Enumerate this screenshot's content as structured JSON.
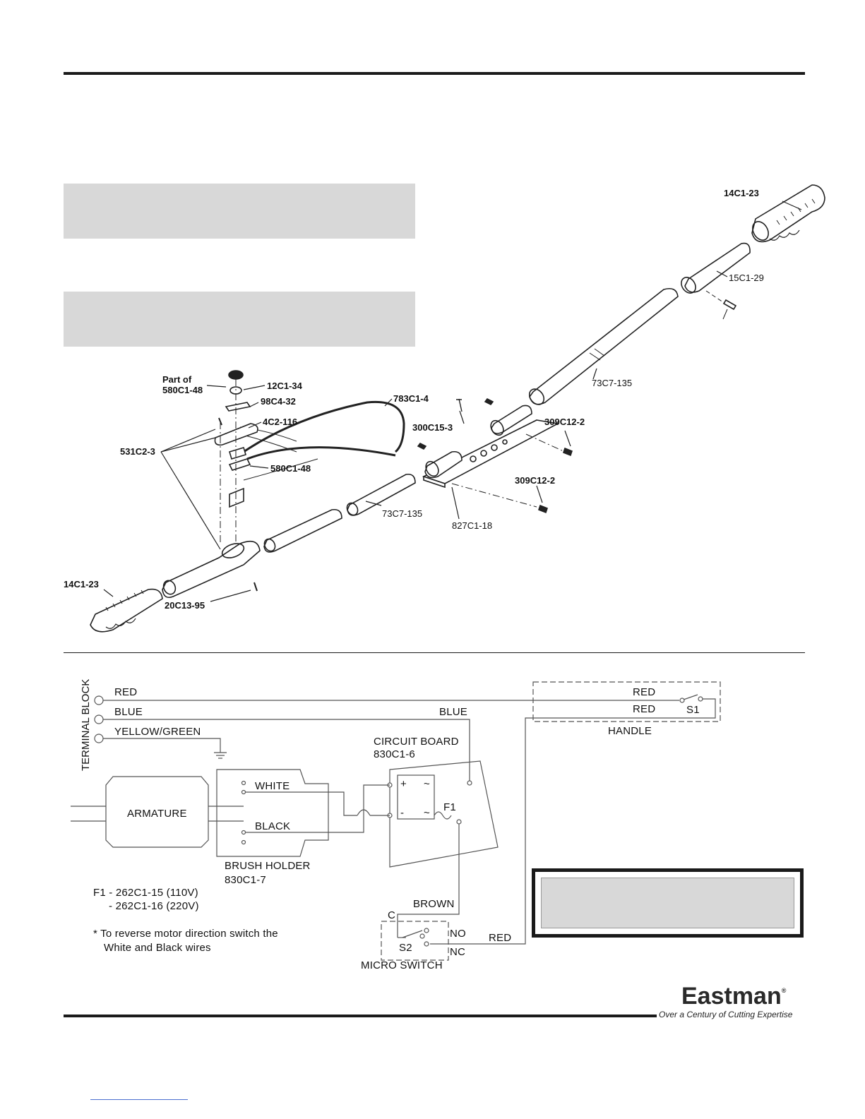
{
  "parts_labels": {
    "grip_top": "14C1-23",
    "tube_15": "15C1-29",
    "tube_upper": "73C7-135",
    "part_of": "Part of",
    "part_of_num": "580C1-48",
    "washer": "12C1-34",
    "clip": "98C4-32",
    "cable": "783C1-4",
    "nut": "4C2-116",
    "screw_531": "531C2-3",
    "switch_580": "580C1-48",
    "screw_300": "300C15-3",
    "screw_309_a": "309C12-2",
    "screw_309_b": "309C12-2",
    "tube_lower": "73C7-135",
    "bracket": "827C1-18",
    "grip_bottom": "14C1-23",
    "screw_20": "20C13-95"
  },
  "wiring": {
    "terminal_block": "TERMINAL BLOCK",
    "red": "RED",
    "blue": "BLUE",
    "yellow_green": "YELLOW/GREEN",
    "blue_right": "BLUE",
    "handle_red_top": "RED",
    "handle_red_bottom": "RED",
    "s1": "S1",
    "handle": "HANDLE",
    "circuit_board": "CIRCUIT BOARD",
    "circuit_board_num": "830C1-6",
    "plus": "+",
    "minus": "-",
    "tilde_top": "~",
    "tilde_bottom": "~",
    "f1": "F1",
    "white": "WHITE",
    "black": "BLACK",
    "armature": "ARMATURE",
    "brush_holder": "BRUSH HOLDER",
    "brush_holder_num": "830C1-7",
    "fuse_line1": "F1 - 262C1-15 (110V)",
    "fuse_line2": "- 262C1-16 (220V)",
    "note_line1": "* To reverse motor direction switch the",
    "note_line2": "White and Black wires",
    "brown": "BROWN",
    "c": "C",
    "no": "NO",
    "nc": "NC",
    "s2": "S2",
    "red_bottom": "RED",
    "micro_switch": "MICRO SWITCH"
  },
  "brand": {
    "name": "Eastman",
    "registered": "®",
    "tagline": "Over a Century of Cutting Expertise"
  }
}
